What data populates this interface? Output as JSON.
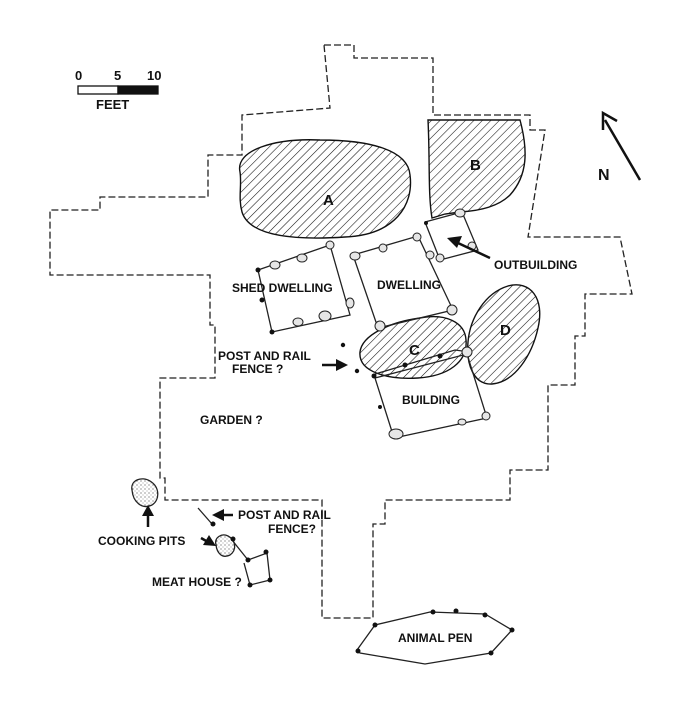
{
  "scale_bar": {
    "ticks": [
      "0",
      "5",
      "10"
    ],
    "unit": "FEET"
  },
  "north_arrow": {
    "label": "N"
  },
  "features": {
    "a": "A",
    "b": "B",
    "c": "C",
    "d": "D"
  },
  "labels": {
    "shed_dwelling": "SHED DWELLING",
    "dwelling": "DWELLING",
    "outbuilding": "OUTBUILDING",
    "building": "BUILDING",
    "post_rail_fence_1": [
      "POST AND RAIL",
      "FENCE ?"
    ],
    "garden": "GARDEN ?",
    "post_rail_fence_2": [
      "POST AND RAIL",
      "FENCE?"
    ],
    "cooking_pits": "COOKING PITS",
    "meat_house": "MEAT HOUSE ?",
    "animal_pen": "ANIMAL PEN"
  }
}
